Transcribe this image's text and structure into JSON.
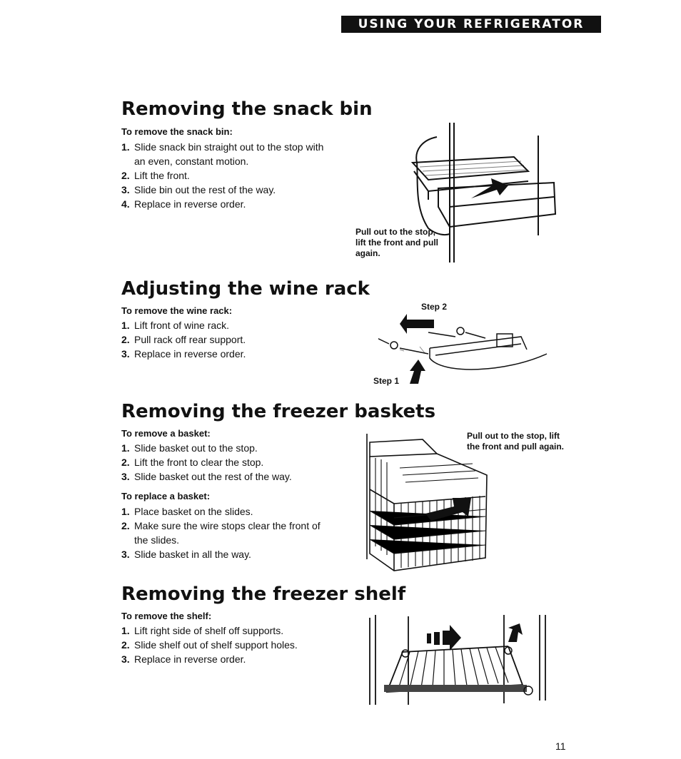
{
  "header": {
    "title": "USING YOUR REFRIGERATOR"
  },
  "sections": [
    {
      "title": "Removing the snack bin",
      "subtitle": "To remove the snack bin:",
      "steps": [
        "Slide snack bin straight out to the stop with an even, constant motion.",
        "Lift the front.",
        "Slide bin out the rest of the way.",
        "Replace in reverse order."
      ],
      "caption": "Pull out to the stop, lift the front and pull again."
    },
    {
      "title": "Adjusting the wine rack",
      "subtitle": "To remove the wine rack:",
      "steps": [
        "Lift front of wine rack.",
        "Pull rack off rear support.",
        "Replace in reverse order."
      ],
      "step1_label": "Step 1",
      "step2_label": "Step 2"
    },
    {
      "title": "Removing the freezer baskets",
      "subtitle": "To remove a basket:",
      "steps": [
        "Slide basket out to the stop.",
        "Lift the front to clear the stop.",
        "Slide basket out the rest of the way."
      ],
      "subtitle2": "To replace a basket:",
      "steps2": [
        "Place basket on the slides.",
        "Make sure the wire stops clear the front of the slides.",
        "Slide basket in all the way."
      ],
      "caption": "Pull out to the stop, lift the front and pull again."
    },
    {
      "title": "Removing the freezer shelf",
      "subtitle": "To remove the shelf:",
      "steps": [
        "Lift right side of shelf off supports.",
        "Slide shelf out of shelf support holes.",
        "Replace in reverse order."
      ]
    }
  ],
  "page_number": "11"
}
